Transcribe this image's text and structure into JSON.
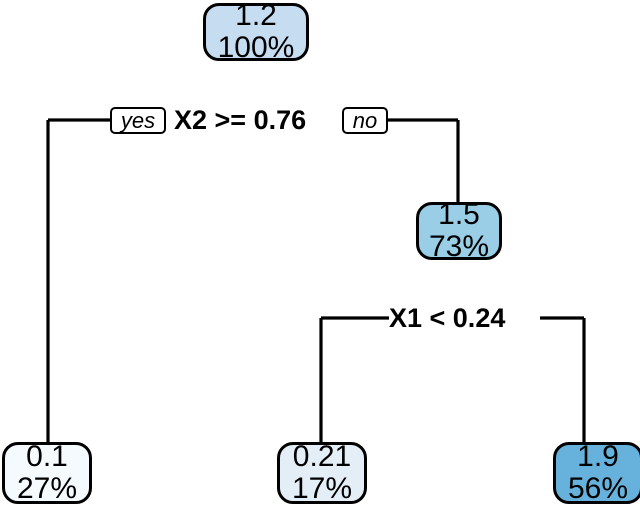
{
  "chart_data": {
    "type": "diagram",
    "diagram_type": "decision-tree",
    "title": "",
    "nodes": [
      {
        "id": "root",
        "value": "1.2",
        "percent": "100%",
        "fill": "#c6dcf0",
        "role": "internal",
        "depth": 0
      },
      {
        "id": "n15",
        "value": "1.5",
        "percent": "73%",
        "fill": "#9acde6",
        "role": "internal",
        "depth": 1
      },
      {
        "id": "leaf-01",
        "value": "0.1",
        "percent": "27%",
        "fill": "#f4fafd",
        "role": "leaf",
        "depth": 1
      },
      {
        "id": "leaf-021",
        "value": "0.21",
        "percent": "17%",
        "fill": "#e4eef7",
        "role": "leaf",
        "depth": 2
      },
      {
        "id": "leaf-19",
        "value": "1.9",
        "percent": "56%",
        "fill": "#66b2dc",
        "role": "leaf",
        "depth": 2
      }
    ],
    "splits": [
      {
        "id": "x2",
        "condition": "X2 >= 0.76",
        "variable": "X2",
        "operator": ">=",
        "threshold": 0.76,
        "yes_label": "yes",
        "no_label": "no",
        "yes_child": "leaf-01",
        "no_child": "n15"
      },
      {
        "id": "x1",
        "condition": "X1 < 0.24",
        "variable": "X1",
        "operator": "<",
        "threshold": 0.24,
        "yes_label": "",
        "no_label": "",
        "yes_child": "leaf-021",
        "no_child": "leaf-19"
      }
    ],
    "edge_color": "#000000",
    "node_border_color": "#000000",
    "background": "#ffffff"
  },
  "tree": {
    "root": {
      "value": "1.2",
      "percent": "100%"
    },
    "node_15": {
      "value": "1.5",
      "percent": "73%"
    },
    "leaf_01": {
      "value": "0.1",
      "percent": "27%"
    },
    "leaf_021": {
      "value": "0.21",
      "percent": "17%"
    },
    "leaf_19": {
      "value": "1.9",
      "percent": "56%"
    },
    "split_x2": {
      "condition": "X2 >= 0.76",
      "yes_label": "yes",
      "no_label": "no"
    },
    "split_x1": {
      "condition": "X1 < 0.24"
    }
  }
}
